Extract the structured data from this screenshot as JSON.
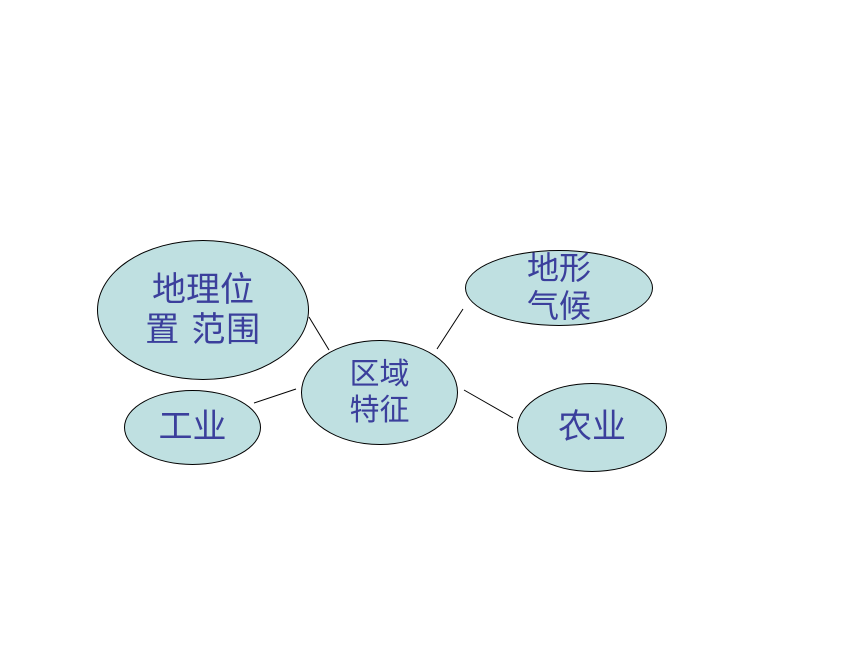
{
  "diagram": {
    "node_fill": "#bfe0e1",
    "node_border": "#000000",
    "text_color": "#3b3f9c",
    "line_color": "#000000",
    "center": {
      "lines": [
        "区域",
        "特征"
      ]
    },
    "nodes": {
      "location": {
        "lines": [
          "地理位",
          "置 范围"
        ]
      },
      "industry": {
        "lines": [
          "工业"
        ]
      },
      "terrain": {
        "lines": [
          "地形",
          "气候"
        ]
      },
      "agriculture": {
        "lines": [
          "农业"
        ]
      }
    }
  }
}
